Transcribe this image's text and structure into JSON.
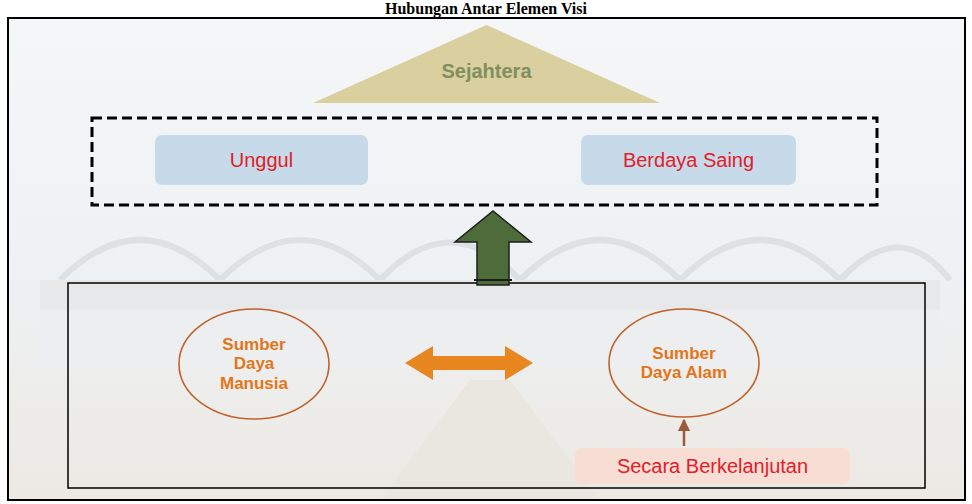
{
  "diagram": {
    "title": "Hubungan Antar Elemen Visi",
    "nodes": [
      {
        "text": [
          "Sejahtera"
        ]
      },
      {
        "text": [
          "Unggul"
        ]
      },
      {
        "text": [
          "Berdaya Saing"
        ]
      },
      {
        "text": [
          "Sumber Daya Manusia"
        ]
      },
      {
        "text": [
          "Sumber Daya Alam"
        ]
      },
      {
        "text": [
          "Secara Berkelanjutan"
        ]
      }
    ],
    "edges": [
      {
        "from": 3,
        "to": 4,
        "arrow": "both"
      },
      {
        "from": 5,
        "to": 4,
        "arrow": "to"
      }
    ]
  }
}
